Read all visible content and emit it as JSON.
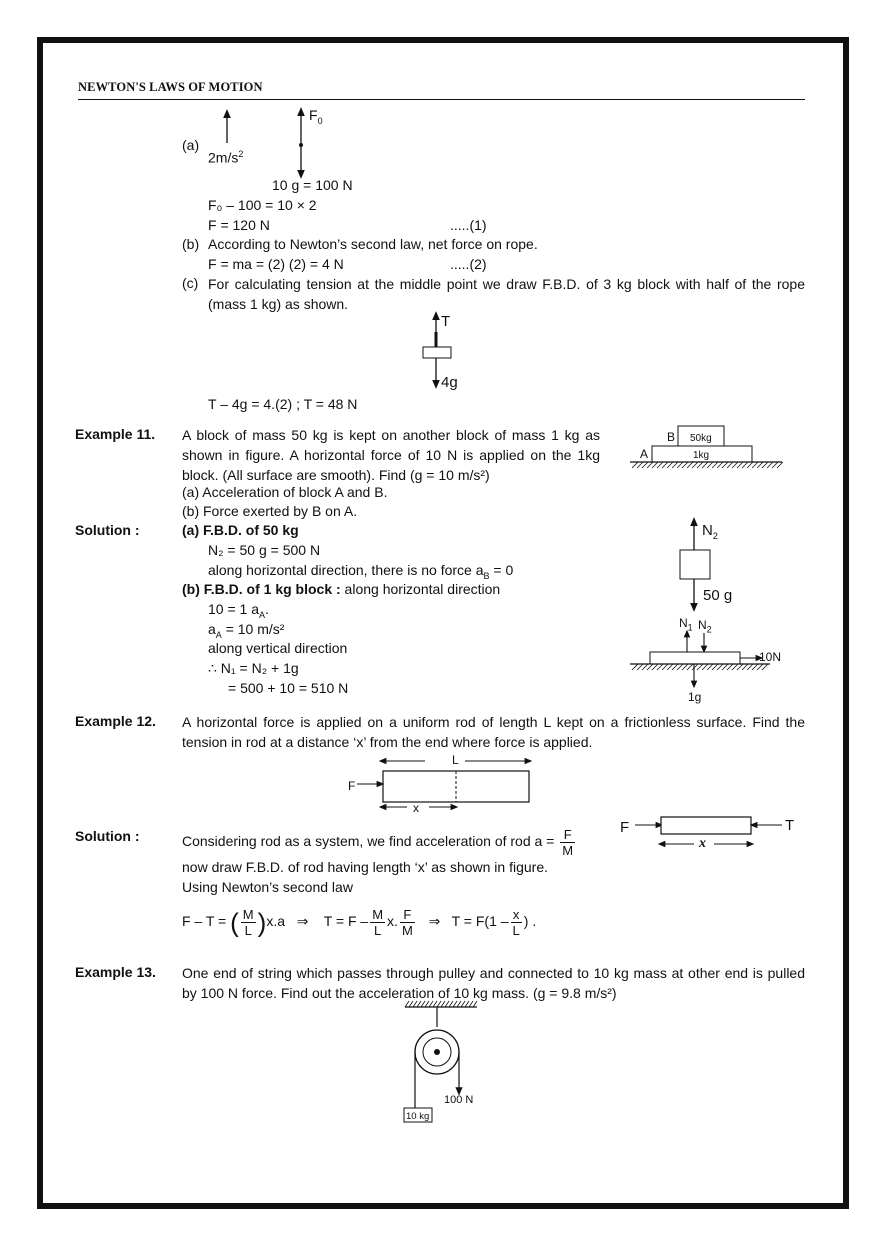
{
  "header": {
    "title": "NEWTON'S LAWS OF MOTION"
  },
  "partA": {
    "label": "(a)",
    "accel_label": "2m/s",
    "accel_sup": "2",
    "force_label": "F",
    "force_sub": "0",
    "weight_label": "10 g = 100 N",
    "eq1": "F₀ – 100 = 10 × 2",
    "eq2": "F = 120 N",
    "eq2_tag": ".....(1)"
  },
  "partB": {
    "label": "(b)",
    "text": "According to Newton’s second law, net force on rope.",
    "eq": "F = ma = (2) (2) = 4 N",
    "eq_tag": ".....(2)"
  },
  "partC": {
    "label": "(c)",
    "text": "For calculating tension at the middle point we draw F.B.D. of 3 kg block with half of the rope (mass 1 kg) as shown.",
    "tension_label": "T",
    "weight_label": "4g",
    "eq": "T – 4g = 4.(2) ;  T = 48 N"
  },
  "ex11": {
    "label": "Example 11.",
    "text": "A block of mass 50 kg is kept on another block of mass 1 kg as shown in figure. A horizontal force of 10 N is applied on the 1kg block. (All surface are smooth). Find (g = 10 m/s²)",
    "qa": "(a)  Acceleration of block A and B.",
    "qb": "(b)  Force exerted by B on A.",
    "fig": {
      "b_label": "B",
      "b_mass": "50kg",
      "a_label": "A",
      "a_mass": "1kg"
    }
  },
  "sol11": {
    "label": "Solution :",
    "a_head": "(a)  F.B.D. of 50 kg",
    "l1": "N₂ = 50 g  = 500 N",
    "l2": "along horizontal direction, there is no force a",
    "l2_sub": "B",
    "l2_end": " = 0",
    "b_head": "(b)  F.B.D. of 1 kg block :",
    "b_head_rest": " along horizontal direction",
    "l3": "10 = 1 a",
    "l3_sub": "A",
    "l3_end": ".",
    "l4": "a",
    "l4_sub": "A",
    "l4_end": " = 10 m/s²",
    "l5": "along vertical direction",
    "l6": "∴    N₁ = N₂ + 1g",
    "l7": "= 500 + 10 = 510 N",
    "fig": {
      "n2": "N",
      "n2_sub": "2",
      "w": "50 g",
      "n1b": "N",
      "n1b_sub": "1",
      "n2b": "N",
      "n2b_sub": "2",
      "f": "10N",
      "g": "1g"
    }
  },
  "ex12": {
    "label": "Example 12.",
    "text": "A horizontal force is applied on a uniform rod of length L kept on a frictionless surface. Find the tension in rod at a distance ‘x’ from the end where force is applied.",
    "fig": {
      "L": "L",
      "F": "F",
      "x": "x"
    }
  },
  "sol12": {
    "label": "Solution :",
    "l1": "Considering rod as a system, we find acceleration of rod a =",
    "frac_num": "F",
    "frac_den": "M",
    "l2": "now draw F.B.D. of rod having length ‘x’ as shown in figure.",
    "l3": "Using Newton’s second law",
    "eq_a": "F – T =",
    "eq_M": "M",
    "eq_L": "L",
    "eq_xa": "x.a",
    "arrow": "⇒",
    "eq_b": "T = F –",
    "eq_c": "x.",
    "eq_F": "F",
    "eq_d": "T = F(1 –",
    "eq_x": "x",
    "eq_end": ") .",
    "fig": {
      "F": "F",
      "T": "T",
      "x": "x"
    }
  },
  "ex13": {
    "label": "Example 13.",
    "text": "One end of string which passes through pulley and connected to 10 kg mass at other end is pulled by 100 N force. Find out the acceleration of 10 kg mass. (g = 9.8 m/s²)",
    "fig": {
      "mass": "10 kg",
      "force": "100 N"
    }
  }
}
